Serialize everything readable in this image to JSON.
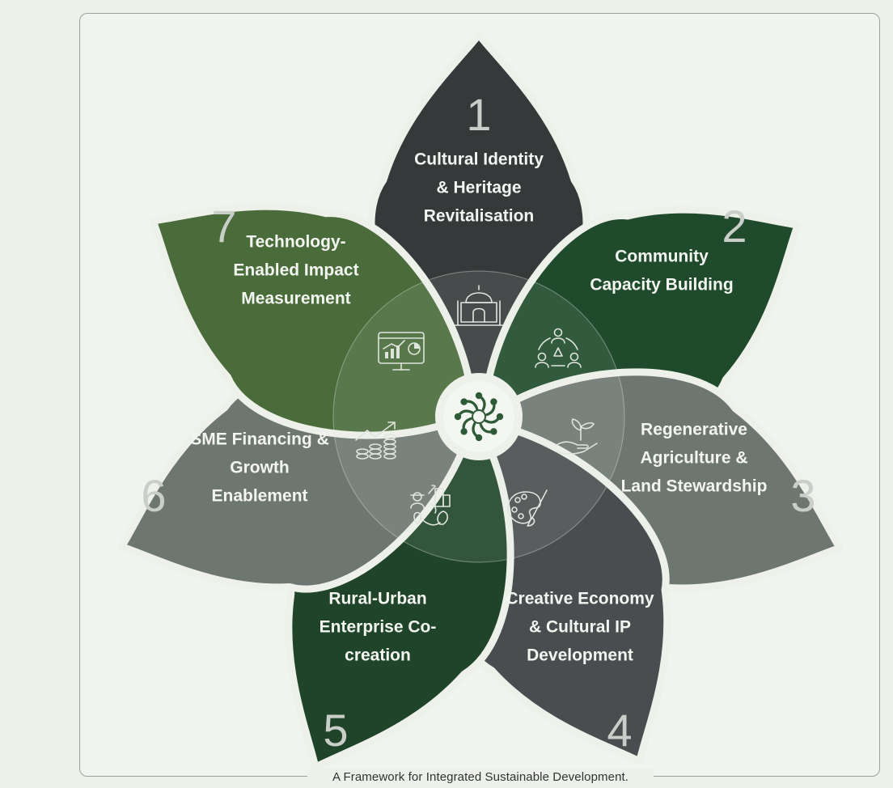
{
  "caption": "A Framework for Integrated Sustainable Development.",
  "petals": [
    {
      "number": "1",
      "lines": [
        "Cultural Identity",
        "& Heritage",
        "Revitalisation"
      ],
      "icon": "heritage-building-icon",
      "color": "#36393a"
    },
    {
      "number": "2",
      "lines": [
        "Community",
        "Capacity Building"
      ],
      "icon": "community-network-icon",
      "color": "#1f4a2b"
    },
    {
      "number": "3",
      "lines": [
        "Regenerative",
        "Agriculture &",
        "Land Stewardship"
      ],
      "icon": "seedling-hand-icon",
      "color": "#6e7671"
    },
    {
      "number": "4",
      "lines": [
        "Creative Economy",
        "& Cultural IP",
        "Development"
      ],
      "icon": "palette-brush-icon",
      "color": "#4a4d4f"
    },
    {
      "number": "5",
      "lines": [
        "Rural-Urban",
        "Enterprise Co-",
        "creation"
      ],
      "icon": "farmer-city-exchange-icon",
      "color": "#1f4429"
    },
    {
      "number": "6",
      "lines": [
        "SME Financing &",
        "Growth",
        "Enablement"
      ],
      "icon": "coins-growth-icon",
      "color": "#6e7672"
    },
    {
      "number": "7",
      "lines": [
        "Technology-",
        "Enabled Impact",
        "Measurement"
      ],
      "icon": "analytics-monitor-icon",
      "color": "#4a6b3a"
    }
  ],
  "center_icon": "circular-network-logo-icon"
}
